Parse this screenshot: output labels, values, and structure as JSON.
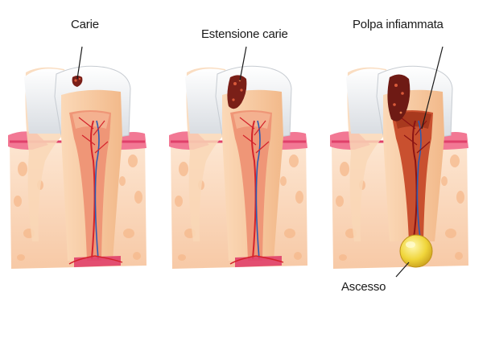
{
  "labels": {
    "carie": "Carie",
    "estensione": "Estensione carie",
    "polpa": "Polpa infiammata",
    "ascesso": "Ascesso"
  },
  "colors": {
    "enamel": "#f2f4f6",
    "dentin": "#f6cba2",
    "pulp": "#ec8f74",
    "pulp_inflamed": "#c9502f",
    "gum": "#f0728a",
    "bone": "#fde0c8",
    "bone_cell": "#f7b98d",
    "caries": "#7a1f18",
    "abscess": "#f2dc3c",
    "vessel_red": "#d4222b",
    "vessel_blue": "#2c5bb3"
  }
}
